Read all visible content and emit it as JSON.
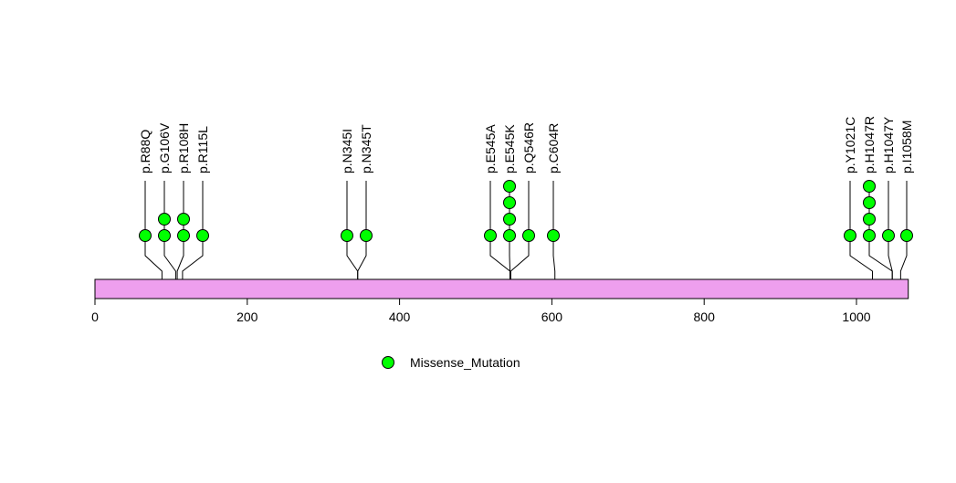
{
  "chart_data": {
    "type": "lollipop",
    "xlim": [
      0,
      1068
    ],
    "protein_length": 1068,
    "x_ticks": [
      0,
      200,
      400,
      600,
      800,
      1000
    ],
    "x_tick_labels": [
      "0",
      "200",
      "400",
      "600",
      "800",
      "1000"
    ],
    "bar_color": "#ee9fee",
    "point_color": "#00ff00",
    "mutations": [
      {
        "label": "p.R88Q",
        "position": 88,
        "count": 1
      },
      {
        "label": "p.G106V",
        "position": 106,
        "count": 2
      },
      {
        "label": "p.R108H",
        "position": 108,
        "count": 2
      },
      {
        "label": "p.R115L",
        "position": 115,
        "count": 1
      },
      {
        "label": "p.N345I",
        "position": 345,
        "count": 1
      },
      {
        "label": "p.N345T",
        "position": 345,
        "count": 1
      },
      {
        "label": "p.E545A",
        "position": 545,
        "count": 1
      },
      {
        "label": "p.E545K",
        "position": 545,
        "count": 4
      },
      {
        "label": "p.Q546R",
        "position": 546,
        "count": 1
      },
      {
        "label": "p.C604R",
        "position": 604,
        "count": 1
      },
      {
        "label": "p.Y1021C",
        "position": 1021,
        "count": 1
      },
      {
        "label": "p.H1047R",
        "position": 1047,
        "count": 4
      },
      {
        "label": "p.H1047Y",
        "position": 1047,
        "count": 1
      },
      {
        "label": "p.I1058M",
        "position": 1058,
        "count": 1
      }
    ],
    "legend": [
      {
        "label": "Missense_Mutation",
        "color": "#00ff00"
      }
    ],
    "legend_position": "bottom"
  }
}
